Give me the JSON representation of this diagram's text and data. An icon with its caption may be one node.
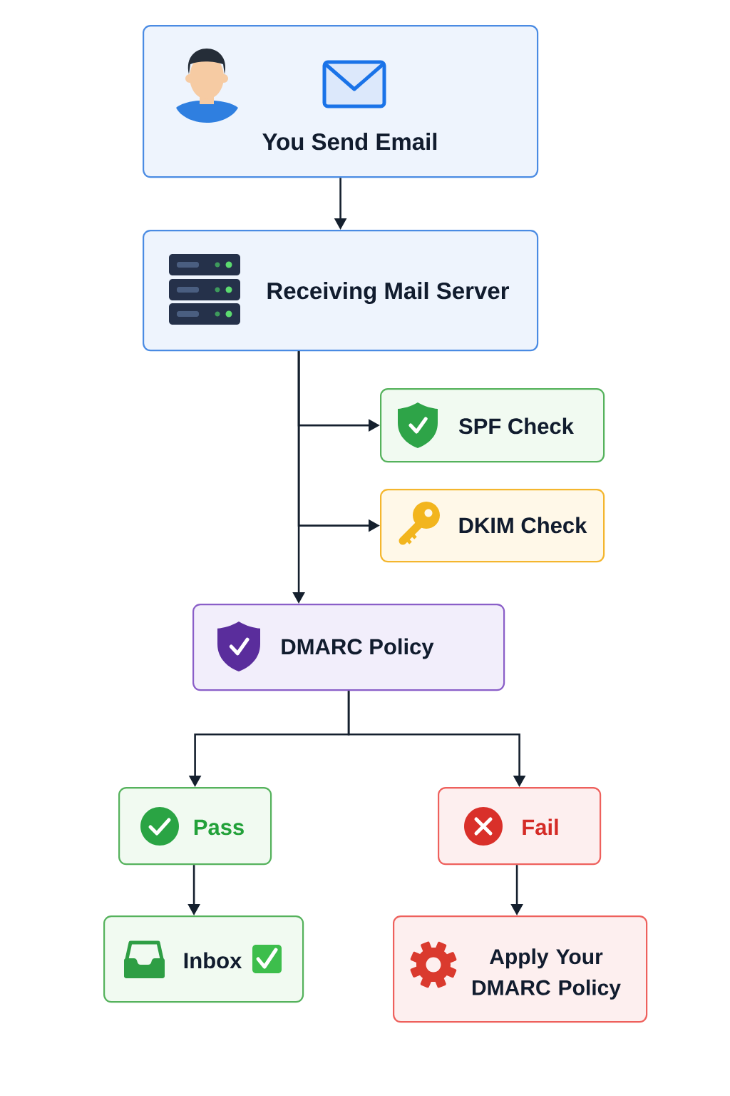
{
  "diagram": {
    "nodes": [
      {
        "text": [
          "You Send Email"
        ]
      },
      {
        "text": [
          "Receiving Mail Server"
        ]
      },
      {
        "text": [
          "SPF Check"
        ]
      },
      {
        "text": [
          "DKIM Check"
        ]
      },
      {
        "text": [
          "DMARC Policy"
        ]
      },
      {
        "text": [
          "Pass"
        ]
      },
      {
        "text": [
          "Fail"
        ]
      },
      {
        "text": [
          "Inbox"
        ]
      },
      {
        "text": [
          "Apply Your DMARC Policy"
        ]
      }
    ],
    "edges": [
      {
        "from": 0,
        "to": 1,
        "arrow": "to"
      },
      {
        "from": 1,
        "to": 2,
        "arrow": "to"
      },
      {
        "from": 1,
        "to": 3,
        "arrow": "to"
      },
      {
        "from": 1,
        "to": 4,
        "arrow": "to"
      },
      {
        "from": 4,
        "to": 5,
        "arrow": "to"
      },
      {
        "from": 4,
        "to": 6,
        "arrow": "to"
      },
      {
        "from": 5,
        "to": 7,
        "arrow": "to"
      },
      {
        "from": 6,
        "to": 8,
        "arrow": "to"
      }
    ]
  }
}
